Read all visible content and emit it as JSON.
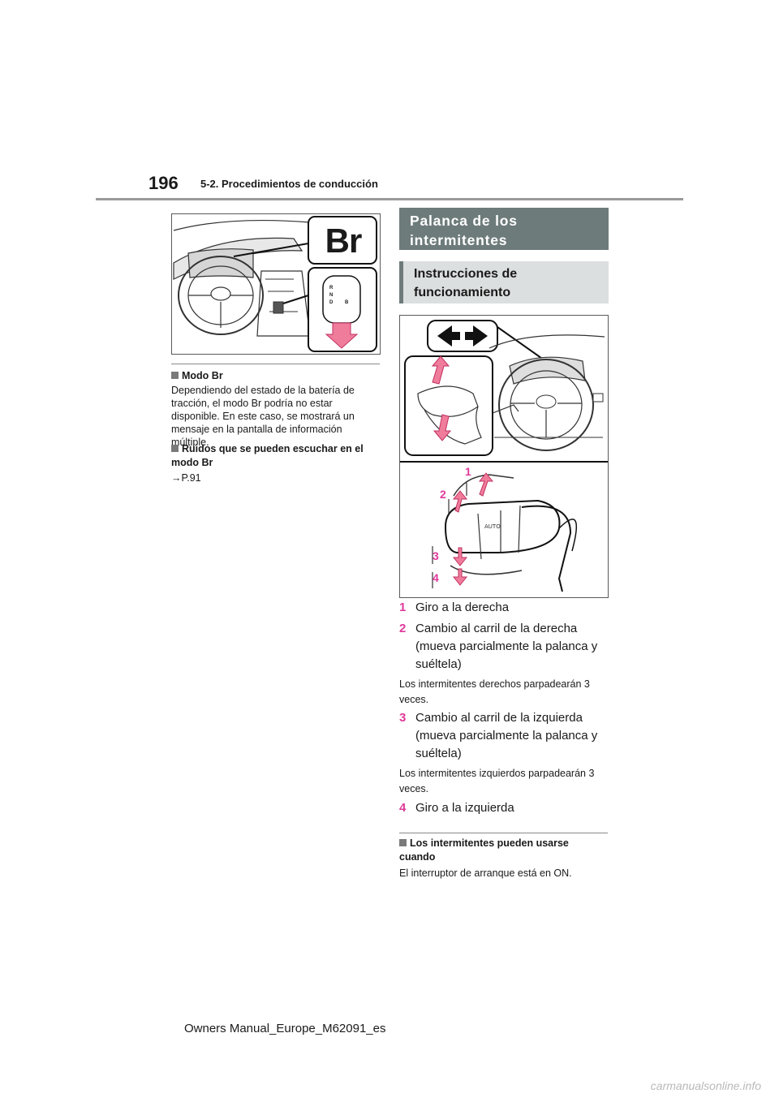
{
  "header": {
    "page_number": "196",
    "section": "5-2. Procedimientos de conducción"
  },
  "left_figure": {
    "badge": "Br",
    "shift_labels": [
      "R",
      "N",
      "D",
      "B"
    ]
  },
  "left": {
    "mode_br": {
      "title": "Modo Br",
      "text": "Dependiendo del estado de la batería de tracción, el modo Br podría no estar disponible. En este caso, se mostrará un mensaje en la pantalla de información múltiple."
    },
    "noises": {
      "title": "Ruidos que se pueden escuchar en el modo Br",
      "reference": "→P.91"
    }
  },
  "right": {
    "banner_main": "Palanca de los intermitentes",
    "banner_sub": "Instrucciones de funcionamiento",
    "figure_labels": [
      "1",
      "2",
      "3",
      "4"
    ],
    "steps": [
      {
        "num": "1",
        "text": "Giro a la derecha"
      },
      {
        "num": "2",
        "text": "Cambio al carril de la derecha",
        "detail": "(mueva parcialmente la palanca y suéltela)"
      },
      {
        "num": "3",
        "text": "Cambio al carril de la izquierda",
        "detail": "(mueva parcialmente la palanca y suéltela)"
      },
      {
        "num": "4",
        "text": "Giro a la izquierda"
      }
    ],
    "note_right": "Los intermitentes derechos parpadearán 3 veces.",
    "note_left": "Los intermitentes izquierdos parpadearán 3 veces.",
    "usage": {
      "title": "Los intermitentes pueden usarse cuando",
      "text": "El interruptor de arranque está en ON."
    }
  },
  "footer": {
    "manual": "Owners Manual_Europe_M62091_es",
    "watermark": "carmanualsonline.info"
  },
  "colors": {
    "accent_pink": "#e0399a",
    "banner_dark": "#6e7b7b",
    "banner_light": "#dcdfdf"
  }
}
